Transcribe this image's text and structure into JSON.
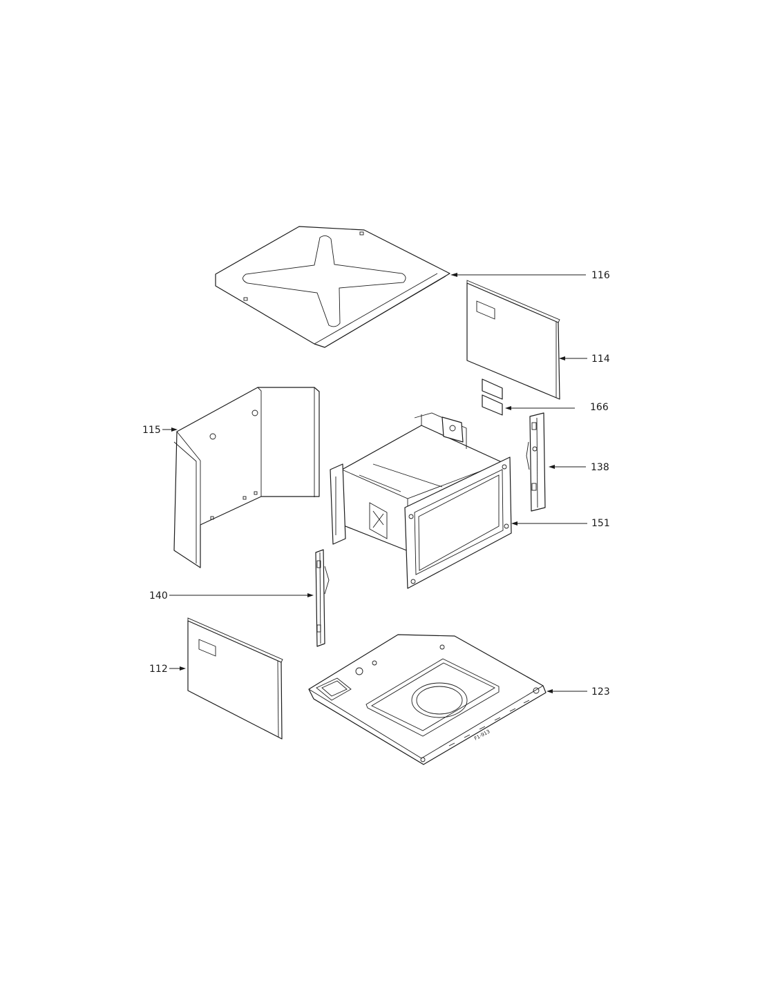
{
  "callouts": {
    "c116": "116",
    "c114": "114",
    "c166": "166",
    "c115": "115",
    "c138": "138",
    "c151": "151",
    "c140": "140",
    "c112": "112",
    "c123": "123"
  },
  "base_stamp": "F1-913"
}
